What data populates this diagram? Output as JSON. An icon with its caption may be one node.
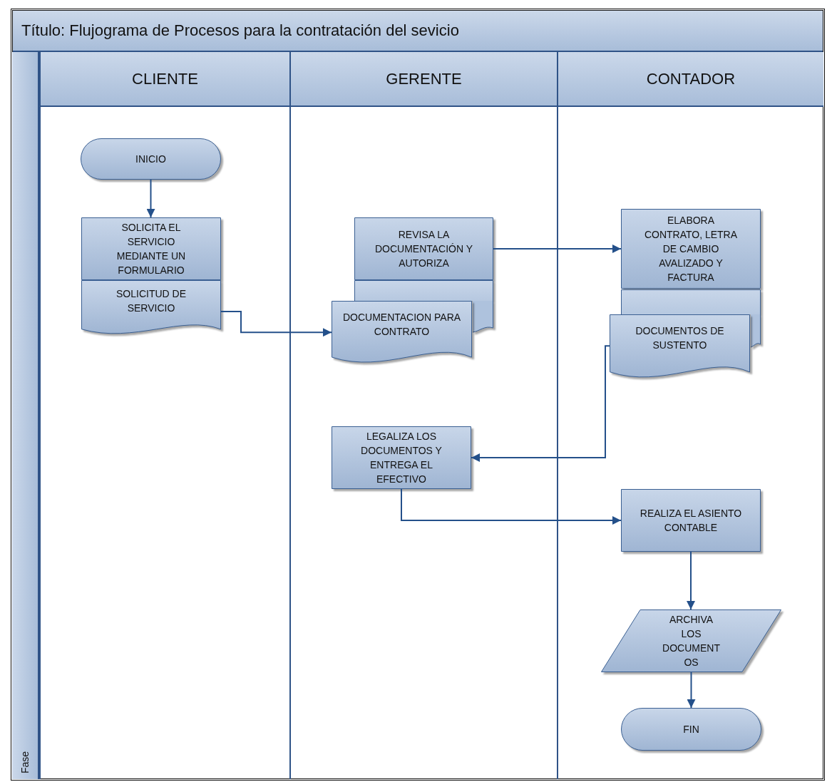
{
  "diagram": {
    "nodes": [
      {
        "text": [
          "Título: Flujograma de Procesos para la contratación del sevicio"
        ]
      },
      {
        "text": [
          "CLIENTE"
        ],
        "in": 0
      },
      {
        "text": [
          "GERENTE"
        ],
        "in": 0
      },
      {
        "text": [
          "CONTADOR"
        ],
        "in": 0
      },
      {
        "text": [
          "Fase"
        ],
        "in": 0
      },
      {
        "text": [
          "INICIO"
        ],
        "in": 1
      },
      {
        "text": [
          "SOLICITA EL SERVICIO MEDIANTE UN FORMULARIO"
        ],
        "in": 1
      },
      {
        "text": [
          "SOLICITUD DE SERVICIO"
        ],
        "in": 1
      },
      {
        "text": [
          "REVISA LA DOCUMENTACIÓN Y AUTORIZA"
        ],
        "in": 2
      },
      {
        "text": [],
        "shape": "document",
        "in": 2
      },
      {
        "text": [
          "DOCUMENTACION PARA CONTRATO"
        ],
        "in": 2
      },
      {
        "text": [
          "ELABORA CONTRATO, LETRA DE CAMBIO AVALIZADO Y FACTURA"
        ],
        "in": 3
      },
      {
        "text": [],
        "shape": "document",
        "in": 3
      },
      {
        "text": [
          "DOCUMENTOS DE SUSTENTO"
        ],
        "in": 3
      },
      {
        "text": [
          "LEGALIZA LOS DOCUMENTOS Y ENTREGA EL EFECTIVO"
        ],
        "in": 2
      },
      {
        "text": [
          "REALIZA EL ASIENTO CONTABLE"
        ],
        "in": 3
      },
      {
        "text": [
          "ARCHIVA LOS DOCUMENT OS"
        ],
        "in": 3
      },
      {
        "text": [
          "FIN"
        ],
        "in": 3
      }
    ],
    "edges": [
      {
        "from": 5,
        "to": 6,
        "arrow": "to"
      },
      {
        "from": 7,
        "to": 10,
        "arrow": "to"
      },
      {
        "from": 8,
        "to": 11,
        "arrow": "to"
      },
      {
        "from": 13,
        "to": 14,
        "arrow": "to"
      },
      {
        "from": 14,
        "to": 15,
        "arrow": "to"
      },
      {
        "from": 15,
        "to": 16,
        "arrow": "to"
      },
      {
        "from": 16,
        "to": 17,
        "arrow": "to"
      }
    ]
  }
}
